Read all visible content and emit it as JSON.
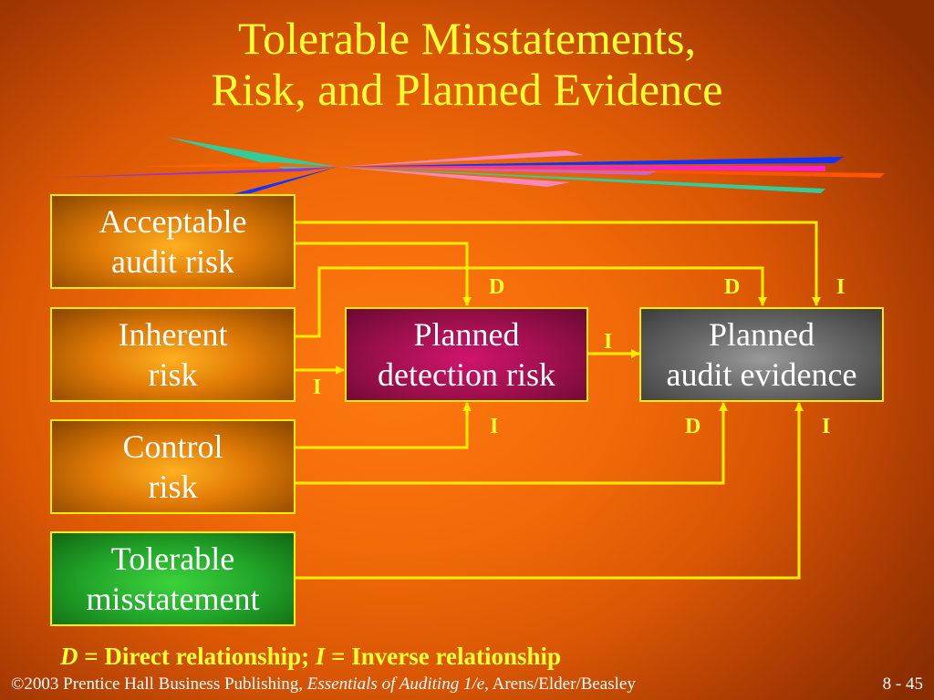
{
  "title": {
    "line1": "Tolerable Misstatements,",
    "line2": "Risk, and Planned Evidence"
  },
  "boxes": {
    "acceptable_audit_risk": [
      "Acceptable",
      "audit risk"
    ],
    "inherent_risk": [
      "Inherent",
      "risk"
    ],
    "control_risk": [
      "Control",
      "risk"
    ],
    "tolerable_misstatement": [
      "Tolerable",
      "misstatement"
    ],
    "planned_detection_risk": [
      "Planned",
      "detection risk"
    ],
    "planned_audit_evidence": [
      "Planned",
      "audit evidence"
    ]
  },
  "relationship_labels": {
    "aar_to_pdr": "D",
    "inherent_to_pdr": "I",
    "pdr_to_pae": "I",
    "inherent_to_pae": "D",
    "aar_to_pae": "I",
    "control_to_pdr": "I",
    "control_to_pae": "D",
    "tolerable_to_pae": "I"
  },
  "legend": {
    "d_symbol": "D",
    "d_text": " = Direct relationship; ",
    "i_symbol": "I",
    "i_text": " = Inverse relationship"
  },
  "footer": {
    "prefix": "©2003 Prentice Hall Business Publishing, ",
    "book": "Essentials of Auditing 1/e,",
    "authors": " Arens/Elder/Beasley",
    "page": "8 - 45"
  },
  "colors": {
    "title": "#ffff33",
    "connector": "#ffee00",
    "box_orange": "#e07a05",
    "box_green": "#22a62a",
    "box_magenta": "#a0104e",
    "box_grey": "#6a6a6a"
  }
}
